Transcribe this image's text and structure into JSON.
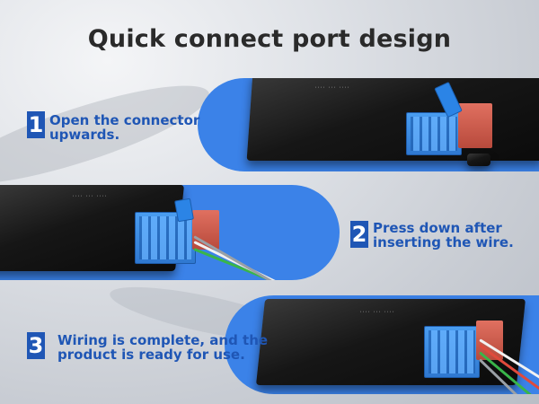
{
  "title": "Quick connect port design",
  "steps": [
    {
      "number": "1",
      "text_lines": [
        "Open the connector",
        "upwards."
      ]
    },
    {
      "number": "2",
      "text_lines": [
        "Press down after",
        "inserting the wire."
      ]
    },
    {
      "number": "3",
      "text_lines": [
        "Wiring is complete, and the",
        "product is ready for use."
      ]
    }
  ],
  "colors": {
    "accent_blue": "#3b82e8",
    "label_blue": "#1f56b5",
    "title": "#2a2a2a"
  }
}
